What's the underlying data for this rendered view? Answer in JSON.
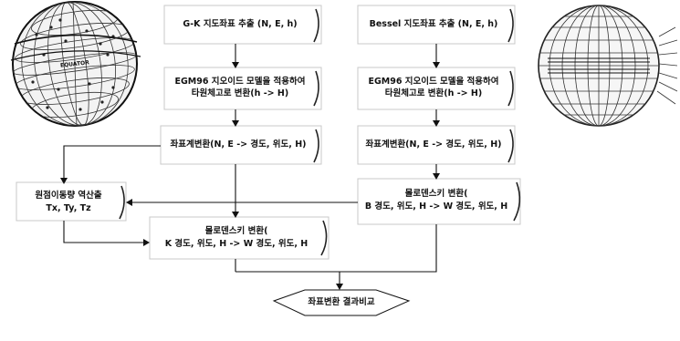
{
  "boxes": {
    "gk_extract": "G-K 지도좌표 추출 (N, E, h)",
    "bessel_extract": "Bessel 지도좌표 추출 (N, E, h)",
    "egm_left_1": "EGM96 지오이드 모델을 적용하여",
    "egm_left_2": "타원체고로 변환(h -> H)",
    "egm_right_1": "EGM96 지오이드 모델을 적용하여",
    "egm_right_2": "타원체고로 변환(h -> H)",
    "coord_left": "좌표계변환(N, E -> 경도, 위도, H)",
    "coord_right": "좌표계변환(N, E -> 경도, 위도, H)",
    "origin_1": "원점이동량 역산출",
    "origin_2": "Tx, Ty, Tz",
    "molo_right_1": "몰로덴스키 변환(",
    "molo_right_2": "B 경도, 위도, H -> W 경도, 위도, H",
    "molo_center_1": "몰로덴스키 변환(",
    "molo_center_2": "K 경도, 위도, H -> W 경도, 위도, H",
    "result": "좌표변환 결과비교"
  },
  "globe": {
    "equator_label": "EQUATOR"
  }
}
